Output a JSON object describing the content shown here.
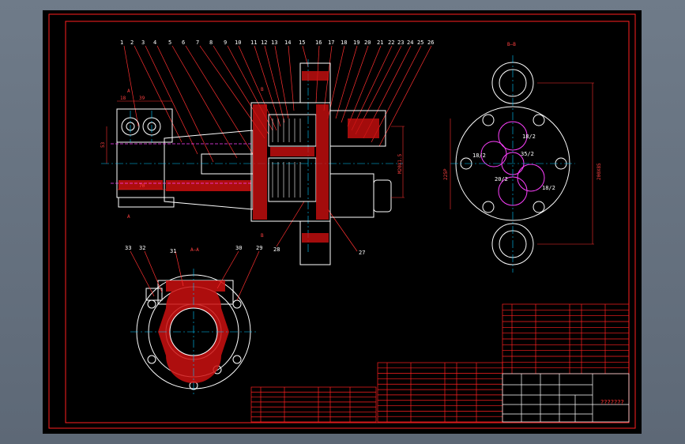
{
  "colors": {
    "background": "#000000",
    "frame": "#ff2020",
    "outline": "#ffffff",
    "center_line": "#00c8ff",
    "hatch": "#ff3030",
    "section": "#ff40ff"
  },
  "views": {
    "main": {
      "part_numbers": [
        "1",
        "2",
        "3",
        "4",
        "5",
        "6",
        "7",
        "8",
        "9",
        "10",
        "11",
        "12",
        "13",
        "14",
        "15",
        "16",
        "17",
        "18",
        "19",
        "20",
        "21",
        "22",
        "23",
        "24",
        "25",
        "26"
      ],
      "lower_numbers": [
        "27",
        "28"
      ],
      "section_marker_a": "A",
      "section_marker_b": "B",
      "dims": {
        "d1": "18",
        "d2": "39",
        "d3": "53",
        "d4": "70",
        "d5": "M20X1.5"
      }
    },
    "section_bb": {
      "title": "B—B",
      "gear_labels": [
        "18/2",
        "18/2",
        "35/2",
        "20/2",
        "18/2"
      ],
      "dims": {
        "left": "225P",
        "right": "200X85"
      }
    },
    "section_aa": {
      "title": "A—A",
      "part_numbers": [
        "33",
        "32",
        "31",
        "30",
        "29"
      ]
    }
  },
  "title_block": {
    "title": "???????"
  }
}
